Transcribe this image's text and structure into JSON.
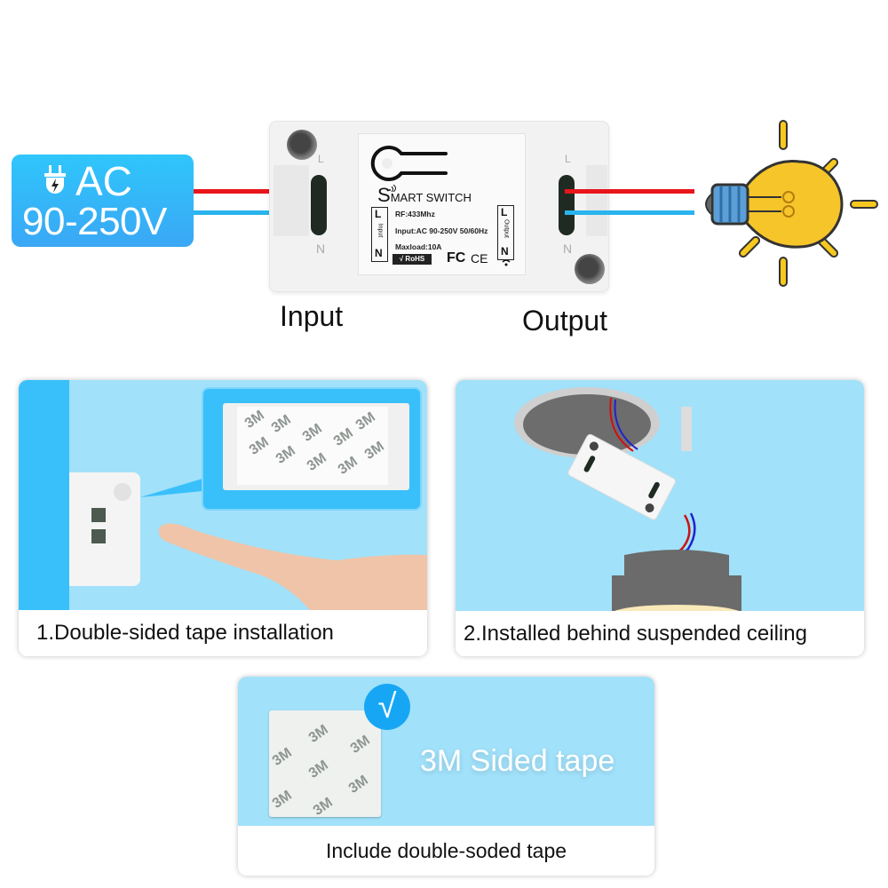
{
  "diagram": {
    "power_badge": {
      "icon": "plug-icon",
      "title": "AC",
      "voltage": "90-250V",
      "color": "#2fc6fb"
    },
    "wires": {
      "live_color": "#e8151b",
      "neutral_color": "#29b4ee"
    },
    "switch": {
      "brand_prefix": "S",
      "brand_rest": "MART SWITCH",
      "rf": "RF:433Mhz",
      "input_spec": "Input:AC 90-250V 50/60Hz",
      "maxload": "Maxload:10A",
      "rohs": "√ RoHS",
      "fc": "FC",
      "ce": "CE",
      "left_box": {
        "top": "L",
        "middle": "Input",
        "bottom": "N"
      },
      "right_box": {
        "top": "L",
        "middle": "Output",
        "bottom": "N"
      },
      "terminal_left_top": "L",
      "terminal_left_bottom": "N",
      "terminal_right_top": "L",
      "terminal_right_bottom": "N"
    },
    "input_label": "Input",
    "output_label": "Output",
    "load_icon": "light-bulb-icon"
  },
  "cards": [
    {
      "caption": "1.Double-sided tape installation",
      "tape_mark": "3M"
    },
    {
      "caption": "2.Installed behind suspended ceiling"
    }
  ],
  "included": {
    "check_glyph": "√",
    "title": "3M Sided tape",
    "caption": "Include double-soded tape",
    "tape_mark": "3M"
  }
}
